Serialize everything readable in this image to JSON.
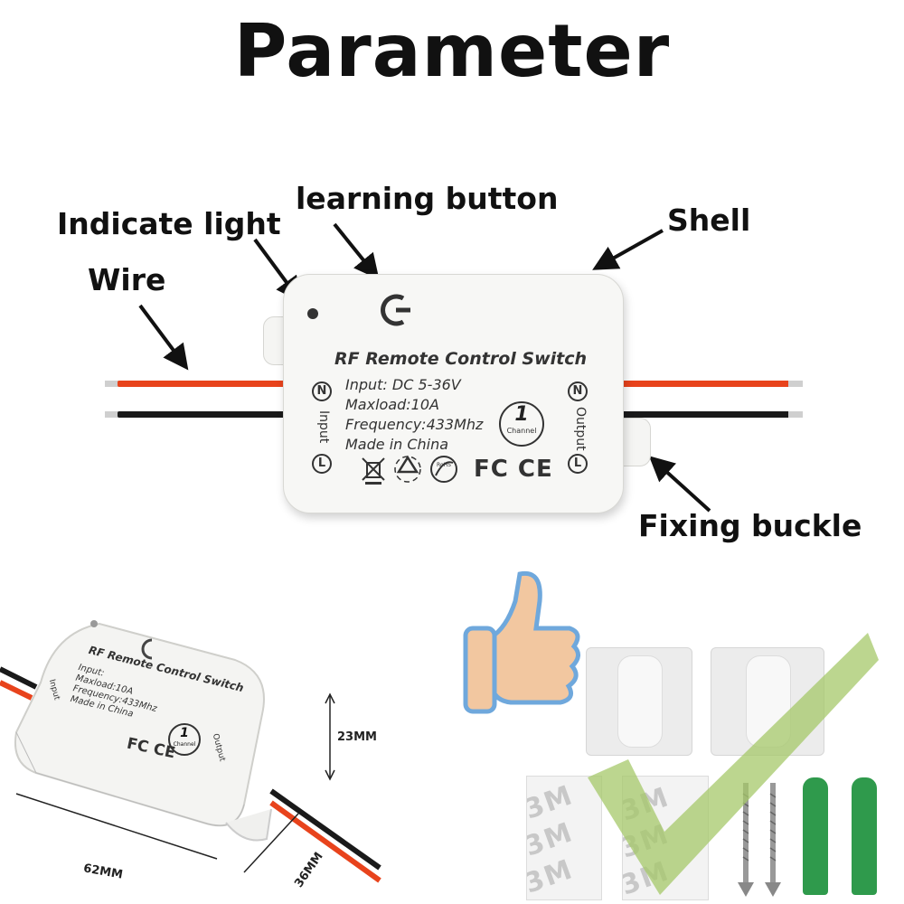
{
  "title": "Parameter",
  "callouts": {
    "learning_button": "learning button",
    "indicate_light": "Indicate light",
    "shell": "Shell",
    "wire": "Wire",
    "fixing_buckle": "Fixing buckle"
  },
  "module": {
    "title": "RF Remote Control Switch",
    "specs": [
      "Input: DC 5-36V",
      "Maxload:10A",
      "Frequency:433Mhz",
      "Made in China"
    ],
    "input_label": "Input",
    "output_label": "Output",
    "pin_n": "N",
    "pin_l": "L",
    "channel_number": "1",
    "channel_label": "Channel",
    "cert_marks": "FC CE",
    "rohs": "RoHS"
  },
  "module_small": {
    "title": "RF Remote Control Switch",
    "specs": [
      "Input:",
      "Maxload:10A",
      "Frequency:433Mhz",
      "Made in China"
    ],
    "input_label": "Input",
    "output_label": "Output",
    "channel_number": "1",
    "channel_label": "Channel",
    "cert_marks": "FC CE"
  },
  "dimensions": {
    "height": "23MM",
    "length": "62MM",
    "width": "36MM"
  },
  "accessories": {
    "tape_text": "3M"
  },
  "colors": {
    "wire_red": "#e8431c",
    "wire_black": "#1a1a1a",
    "dowel_green": "#2f9a4c",
    "check_green": "#a6c86a",
    "thumb": "#f2c7a0"
  }
}
